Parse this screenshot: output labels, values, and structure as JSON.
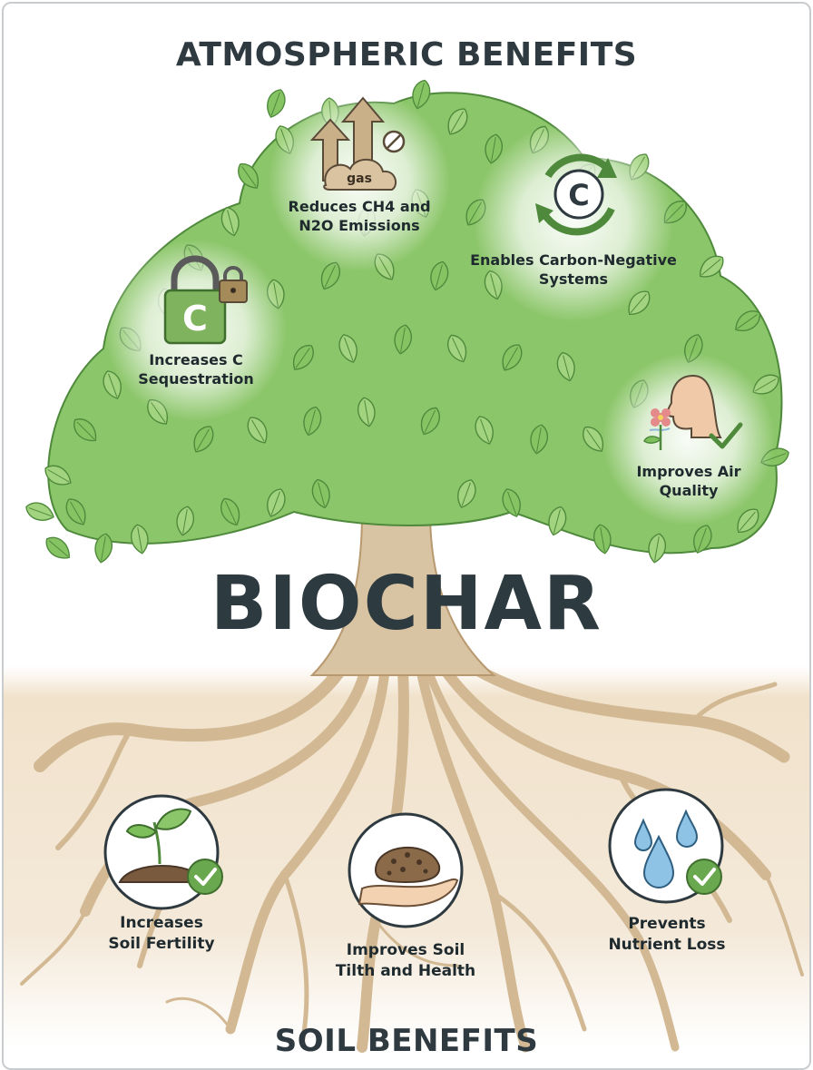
{
  "header": {
    "title": "ATMOSPHERIC BENEFITS"
  },
  "center": {
    "title": "BIOCHAR"
  },
  "footer": {
    "title": "SOIL BENEFITS"
  },
  "atmospheric_benefits": [
    {
      "line1": "Reduces CH4 and",
      "line2": "N2O Emissions",
      "icon": "gas-arrows-icon",
      "icon_text": "gas"
    },
    {
      "line1": "Enables Carbon-Negative",
      "line2": "Systems",
      "icon": "carbon-cycle-icon",
      "icon_text": "C"
    },
    {
      "line1": "Increases C",
      "line2": "Sequestration",
      "icon": "carbon-lock-icon",
      "icon_text": "C"
    },
    {
      "line1": "Improves Air",
      "line2": "Quality",
      "icon": "person-breathing-flower-icon"
    }
  ],
  "soil_benefits": [
    {
      "line1": "Increases",
      "line2": "Soil Fertility",
      "icon": "sprout-soil-check-icon"
    },
    {
      "line1": "Improves Soil",
      "line2": "Tilth and Health",
      "icon": "hand-holding-soil-icon"
    },
    {
      "line1": "Prevents",
      "line2": "Nutrient Loss",
      "icon": "water-drops-check-icon"
    }
  ],
  "colors": {
    "leaf": "#7dbf5a",
    "leaf_dark": "#4f8a3c",
    "trunk": "#c9ad85",
    "roots": "#d5bc98",
    "text_dark": "#2e3a40",
    "check_green": "#5f9e46"
  }
}
